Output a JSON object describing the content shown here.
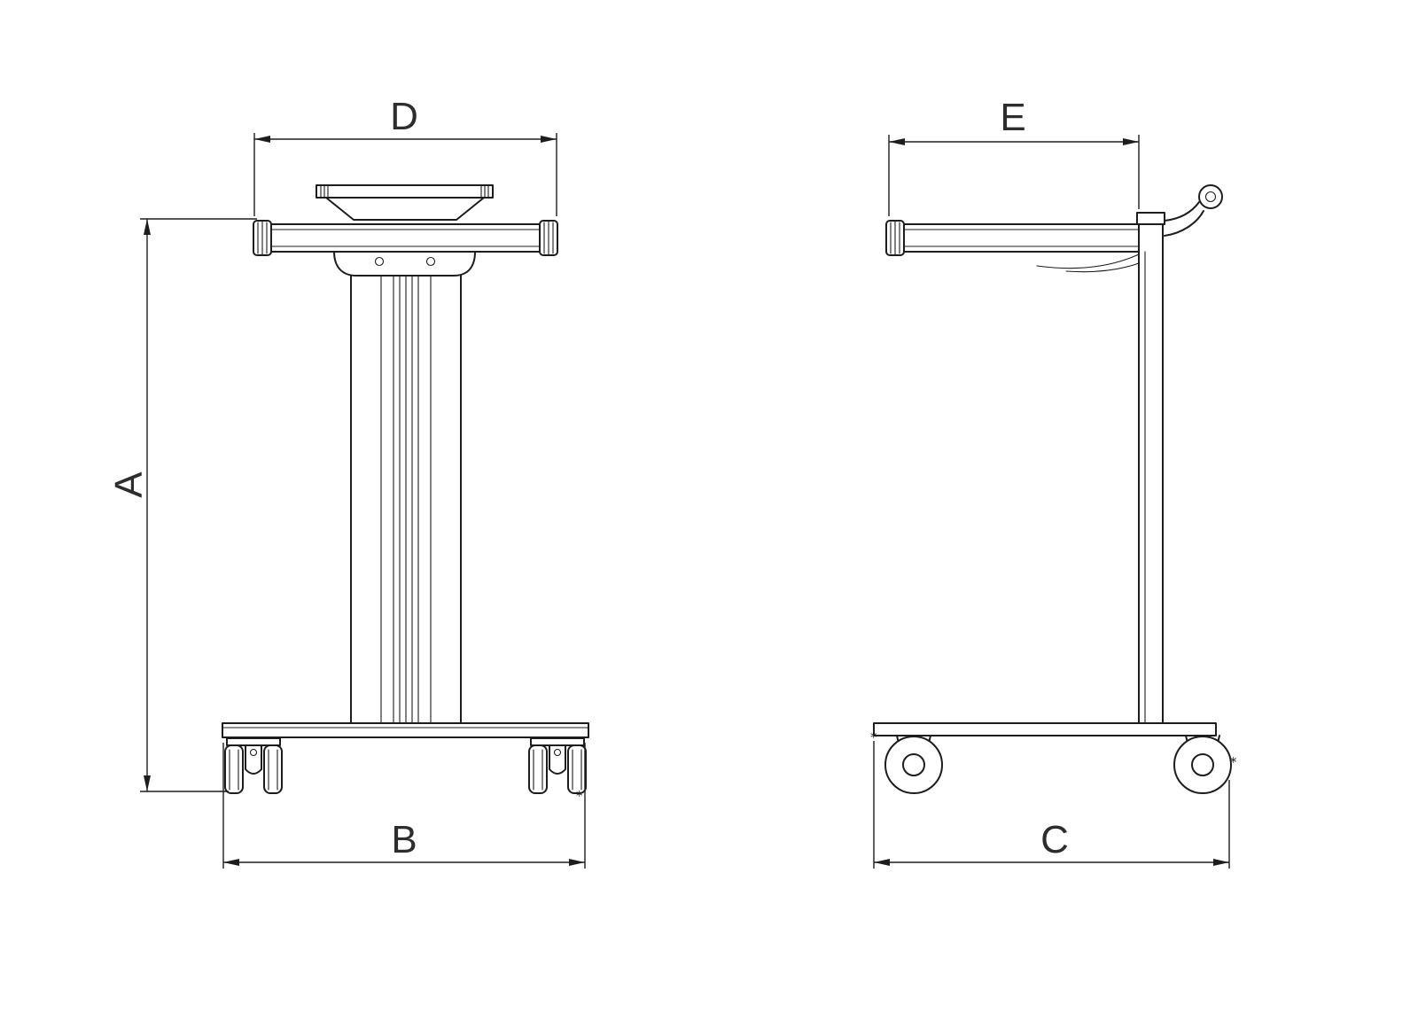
{
  "colors": {
    "line": "#1d1d1b",
    "label": "#2d2d2d",
    "background": "#ffffff"
  },
  "diagram": {
    "labels": {
      "a": "A",
      "b": "B",
      "c": "C",
      "d": "D",
      "e": "E"
    },
    "reference_mark": "*"
  }
}
